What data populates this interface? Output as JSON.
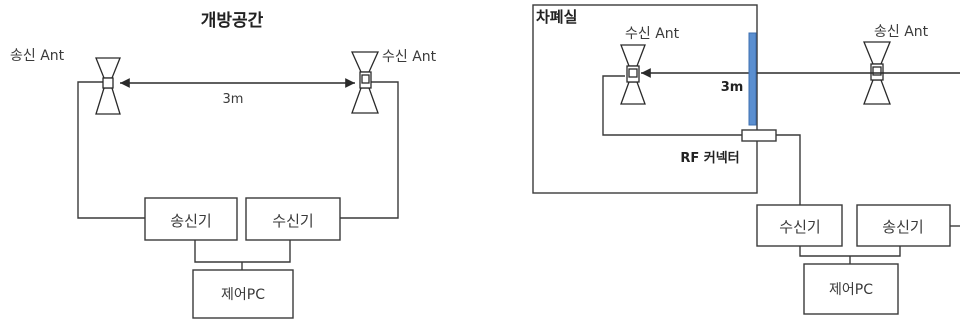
{
  "left": {
    "title": "개방공간",
    "tx_antenna_label": "송신 Ant",
    "rx_antenna_label": "수신 Ant",
    "distance": "3m",
    "transmitter": "송신기",
    "receiver": "수신기",
    "control_pc": "제어PC"
  },
  "right": {
    "room_label": "차폐실",
    "rx_antenna_label": "수신 Ant",
    "tx_antenna_label": "송신 Ant",
    "distance": "3m",
    "connector": "RF 커넥터",
    "receiver": "수신기",
    "transmitter": "송신기",
    "control_pc": "제어PC"
  },
  "colors": {
    "shield_wall": "#5b8fd0",
    "line": "#3a3a3a"
  }
}
